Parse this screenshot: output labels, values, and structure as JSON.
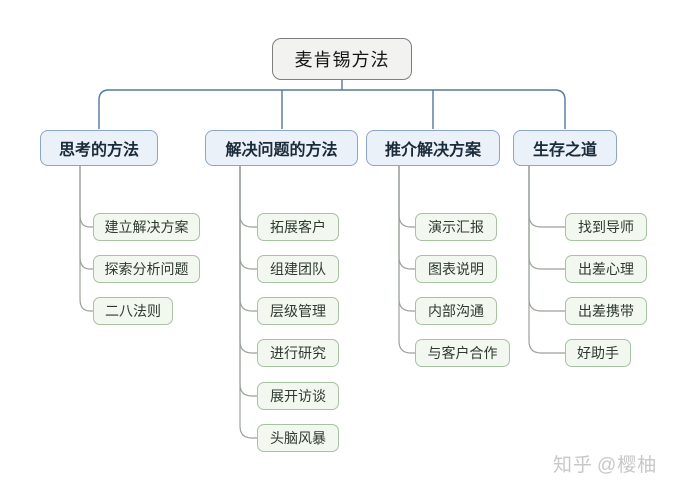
{
  "page": {
    "background": "#ffffff"
  },
  "colors": {
    "root_fill": "#f2f2f0",
    "root_border": "#7e7e7e",
    "branch_fill": "#ebf1f9",
    "branch_border": "#8ba6c6",
    "leaf_fill": "#f2f7f0",
    "leaf_border": "#a7c1a3",
    "branch_connector": "#54789c",
    "leaf_connector": "#9aa29a",
    "watermark_text": "#c8c8c8"
  },
  "tree": {
    "root": "麦肯锡方法",
    "branches": [
      {
        "label": "思考的方法",
        "children": [
          "建立解决方案",
          "探索分析问题",
          "二八法则"
        ]
      },
      {
        "label": "解决问题的方法",
        "children": [
          "拓展客户",
          "组建团队",
          "层级管理",
          "进行研究",
          "展开访谈",
          "头脑风暴"
        ]
      },
      {
        "label": "推介解决方案",
        "children": [
          "演示汇报",
          "图表说明",
          "内部沟通",
          "与客户合作"
        ]
      },
      {
        "label": "生存之道",
        "children": [
          "找到导师",
          "出差心理",
          "出差携带",
          "好助手"
        ]
      }
    ]
  },
  "watermark": {
    "site": "知乎",
    "author": "@樱柚"
  }
}
